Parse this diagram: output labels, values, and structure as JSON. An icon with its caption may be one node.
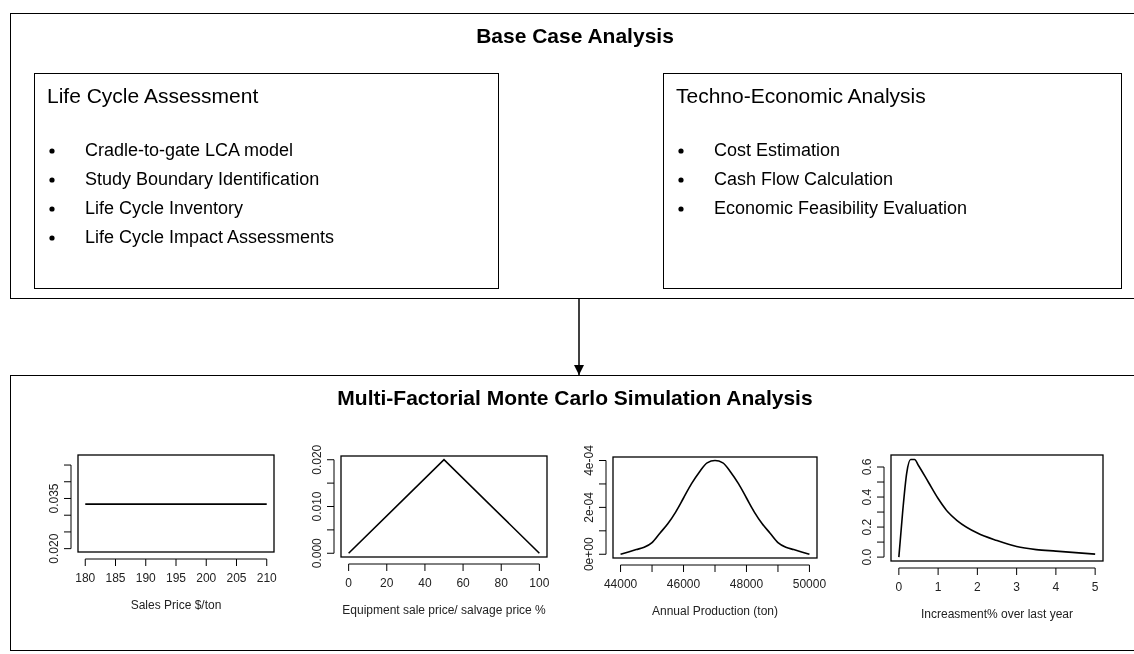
{
  "diagram": {
    "nodes": [
      {
        "text": [
          "Base Case Analysis"
        ]
      },
      {
        "text": [
          "Life Cycle Assessment",
          "Cradle-to-gate LCA model",
          "Study Boundary Identification",
          "Life Cycle Inventory",
          "Life Cycle Impact Assessments"
        ],
        "in": 0
      },
      {
        "text": [
          "Techno-Economic Analysis",
          "Cost Estimation",
          "Cash Flow Calculation",
          "Economic Feasibility Evaluation"
        ],
        "in": 0
      },
      {
        "text": [
          "Multi-Factorial Monte Carlo Simulation Analysis"
        ]
      }
    ],
    "edges": [
      {
        "from": 0,
        "to": 3,
        "arrow": "to"
      }
    ],
    "chart_data": [
      {
        "type": "line",
        "xlabel": "Sales Price $/ton",
        "x": [
          180,
          210
        ],
        "series": [
          {
            "color": "#000000",
            "values": [
              0.0333,
              0.0333
            ]
          }
        ],
        "xlim": [
          178.8,
          211.2
        ],
        "ylim": [
          0.019,
          0.048
        ],
        "xticks": [
          180,
          185,
          190,
          195,
          200,
          205,
          210
        ],
        "yticks": [
          {
            "value": 0.02,
            "label": "0.020"
          },
          {
            "value": 0.035,
            "label": "0.035"
          }
        ]
      },
      {
        "type": "line",
        "xlabel": "Equipment sale price/ salvage price %",
        "x": [
          0,
          50,
          100
        ],
        "series": [
          {
            "color": "#000000",
            "values": [
              0,
              0.02,
              0
            ]
          }
        ],
        "xlim": [
          -4,
          104
        ],
        "ylim": [
          -0.0008,
          0.0208
        ],
        "xticks": [
          0,
          20,
          40,
          60,
          80,
          100
        ],
        "yticks": [
          {
            "value": 0,
            "label": "0.000"
          },
          {
            "value": 0.01,
            "label": "0.010"
          },
          {
            "value": 0.02,
            "label": "0.020"
          }
        ]
      },
      {
        "type": "line",
        "xlabel": "Annual Production (ton)",
        "x": [
          44000,
          44250,
          44500,
          44750,
          45000,
          45250,
          45500,
          45750,
          46000,
          46250,
          46500,
          46750,
          47000,
          47250,
          47500,
          47750,
          48000,
          48250,
          48500,
          48750,
          49000,
          49250,
          49500,
          49750,
          50000
        ],
        "series": [
          {
            "color": "#000000",
            "values": [
              0,
              1e-05,
              2e-05,
              3e-05,
              5e-05,
              9e-05,
              0.00013,
              0.00018,
              0.00024,
              0.0003,
              0.00035,
              0.00039,
              0.0004,
              0.00039,
              0.00035,
              0.0003,
              0.00024,
              0.00018,
              0.00013,
              9e-05,
              5e-05,
              3e-05,
              2e-05,
              1e-05,
              0
            ]
          }
        ],
        "xlim": [
          43760,
          50240
        ],
        "ylim": [
          -1.6e-05,
          0.000415
        ],
        "xticks": [
          44000,
          46000,
          48000,
          50000
        ],
        "yticks": [
          {
            "value": 0,
            "label": "0e+00"
          },
          {
            "value": 0.0002,
            "label": "2e-04"
          },
          {
            "value": 0.0004,
            "label": "4e-04"
          }
        ]
      },
      {
        "type": "line",
        "xlabel": "Increasment% over last year",
        "x": [
          0,
          0.1,
          0.2,
          0.3,
          0.4,
          0.5,
          0.75,
          1,
          1.25,
          1.5,
          2,
          2.5,
          3,
          3.5,
          4,
          4.5,
          5
        ],
        "series": [
          {
            "color": "#000000",
            "values": [
              0,
              0.31,
              0.56,
              0.65,
              0.65,
              0.61,
              0.5,
              0.39,
              0.3,
              0.24,
              0.16,
              0.11,
              0.07,
              0.05,
              0.04,
              0.03,
              0.02
            ]
          }
        ],
        "xlim": [
          -0.2,
          5.2
        ],
        "ylim": [
          -0.026,
          0.68
        ],
        "xticks": [
          0,
          1,
          2,
          3,
          4,
          5
        ],
        "yticks": [
          {
            "value": 0,
            "label": "0.0"
          },
          {
            "value": 0.2,
            "label": "0.2"
          },
          {
            "value": 0.4,
            "label": "0.4"
          },
          {
            "value": 0.6,
            "label": "0.6"
          }
        ]
      }
    ]
  }
}
